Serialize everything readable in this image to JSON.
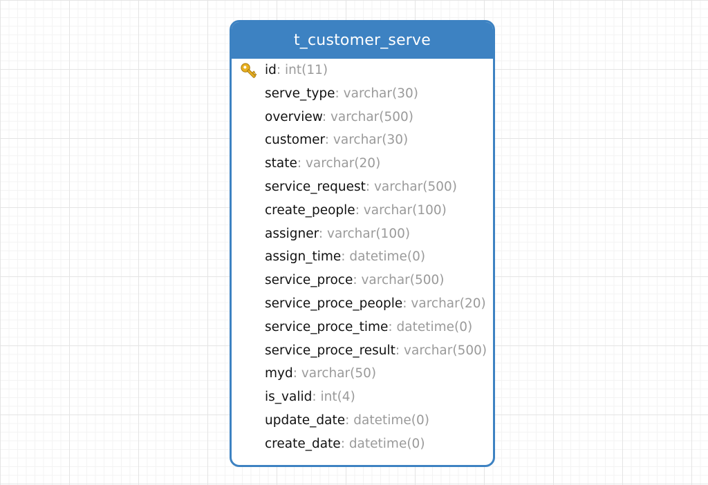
{
  "table": {
    "name": "t_customer_serve",
    "fields": [
      {
        "name": "id",
        "type": ": int(11)",
        "primary_key": true
      },
      {
        "name": "serve_type",
        "type": ": varchar(30)"
      },
      {
        "name": "overview",
        "type": ": varchar(500)"
      },
      {
        "name": "customer",
        "type": ": varchar(30)"
      },
      {
        "name": "state",
        "type": ": varchar(20)"
      },
      {
        "name": "service_request",
        "type": ": varchar(500)"
      },
      {
        "name": "create_people",
        "type": ": varchar(100)"
      },
      {
        "name": "assigner",
        "type": ": varchar(100)"
      },
      {
        "name": "assign_time",
        "type": ": datetime(0)"
      },
      {
        "name": "service_proce",
        "type": ": varchar(500)"
      },
      {
        "name": "service_proce_people",
        "type": ": varchar(20)"
      },
      {
        "name": "service_proce_time",
        "type": ": datetime(0)"
      },
      {
        "name": "service_proce_result",
        "type": ": varchar(500)"
      },
      {
        "name": "myd",
        "type": ": varchar(50)"
      },
      {
        "name": "is_valid",
        "type": ": int(4)"
      },
      {
        "name": "update_date",
        "type": ": datetime(0)"
      },
      {
        "name": "create_date",
        "type": ": datetime(0)"
      }
    ]
  },
  "icons": {
    "primary_key": "key-icon"
  },
  "colors": {
    "header": "#3d82c2",
    "border": "#3d82c2",
    "field_name": "#111111",
    "field_type": "#9a9a9a",
    "key": "#e8b020"
  }
}
